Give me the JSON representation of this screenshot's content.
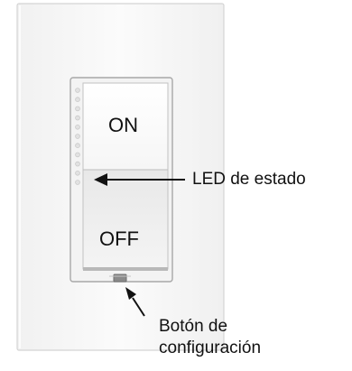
{
  "switch": {
    "on_label": "ON",
    "off_label": "OFF",
    "led_count": 11
  },
  "callouts": {
    "led_status": "LED de estado",
    "config_button_line1": "Botón de",
    "config_button_line2": "configuración"
  }
}
